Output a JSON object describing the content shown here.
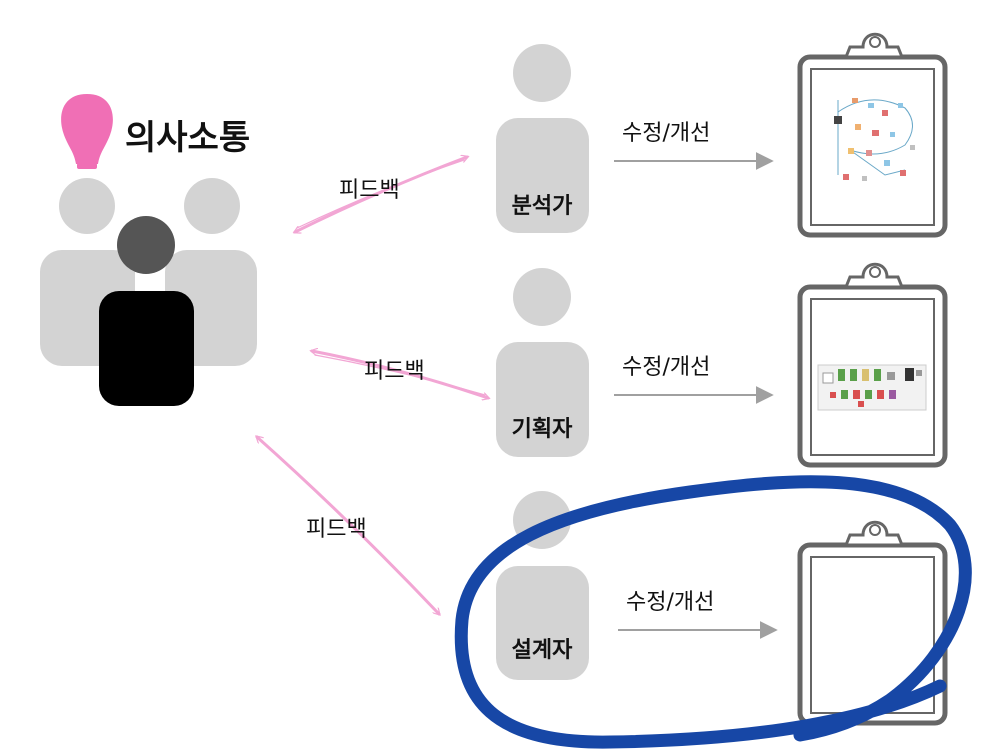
{
  "group": {
    "title": "의사소통",
    "bulb_icon": "lightbulb-icon"
  },
  "feedback_label": "피드백",
  "improve_label": "수정/개선",
  "roles": [
    {
      "name": "분석가",
      "clipboard": "flowchart"
    },
    {
      "name": "기획자",
      "clipboard": "wireframe"
    },
    {
      "name": "설계자",
      "clipboard": "blank"
    }
  ],
  "colors": {
    "person_gray": "#d3d3d3",
    "person_dark_head": "#555555",
    "person_dark_body": "#000000",
    "bulb_pink": "#f06fb5",
    "feedback_arrow": "#f2a6d4",
    "improve_arrow": "#a0a0a0",
    "clipboard_gray": "#666666",
    "highlight_blue": "#1747a6"
  }
}
